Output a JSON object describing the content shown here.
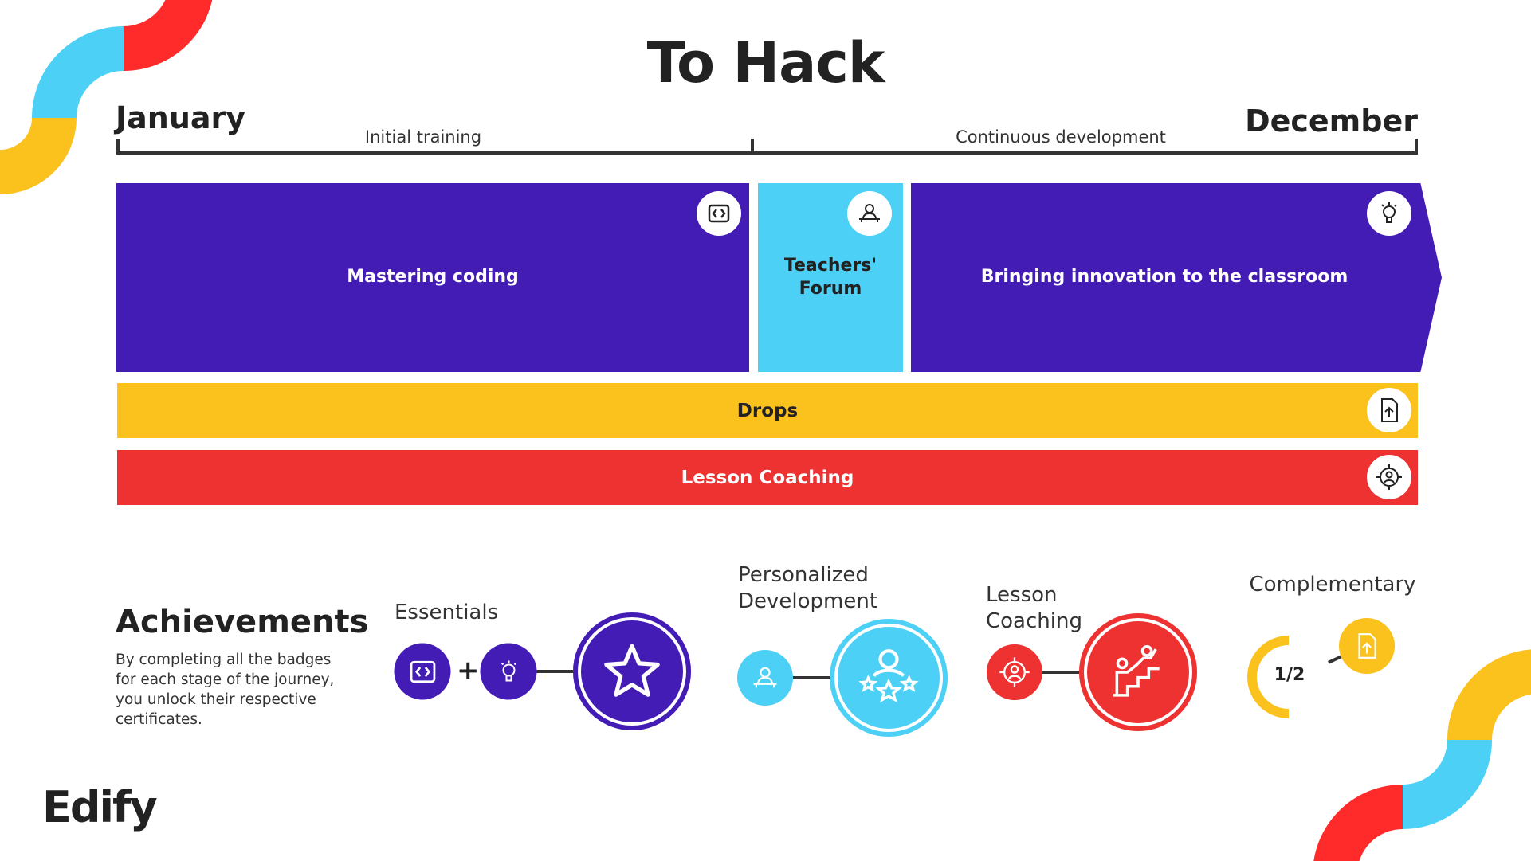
{
  "title": "To Hack",
  "timeline": {
    "start": "January",
    "end": "December",
    "phase1": "Initial training",
    "phase2": "Continuous development"
  },
  "stages": [
    {
      "label": "Mastering coding",
      "icon": "code-icon"
    },
    {
      "label": "Teachers' Forum",
      "icon": "speaker-icon"
    },
    {
      "label": "Bringing innovation to the classroom",
      "icon": "lightbulb-icon"
    }
  ],
  "bars": [
    {
      "label": "Drops",
      "icon": "file-upload-icon"
    },
    {
      "label": "Lesson Coaching",
      "icon": "coaching-network-icon"
    }
  ],
  "achievements": {
    "title": "Achievements",
    "description": "By completing all the badges for each stage of the journey, you unlock their respective certificates.",
    "groups": [
      {
        "label": "Essentials"
      },
      {
        "label": "Personalized Development"
      },
      {
        "label": "Lesson Coaching"
      },
      {
        "label": "Complementary",
        "progress_text": "1/2",
        "progress": 0.5
      }
    ],
    "plus": "+"
  },
  "logo": "Edify",
  "colors": {
    "purple": "#431BB5",
    "cyan": "#4DD0F5",
    "yellow": "#FBC11D",
    "red": "#EE3131",
    "deco_red": "#FF2B2B"
  }
}
